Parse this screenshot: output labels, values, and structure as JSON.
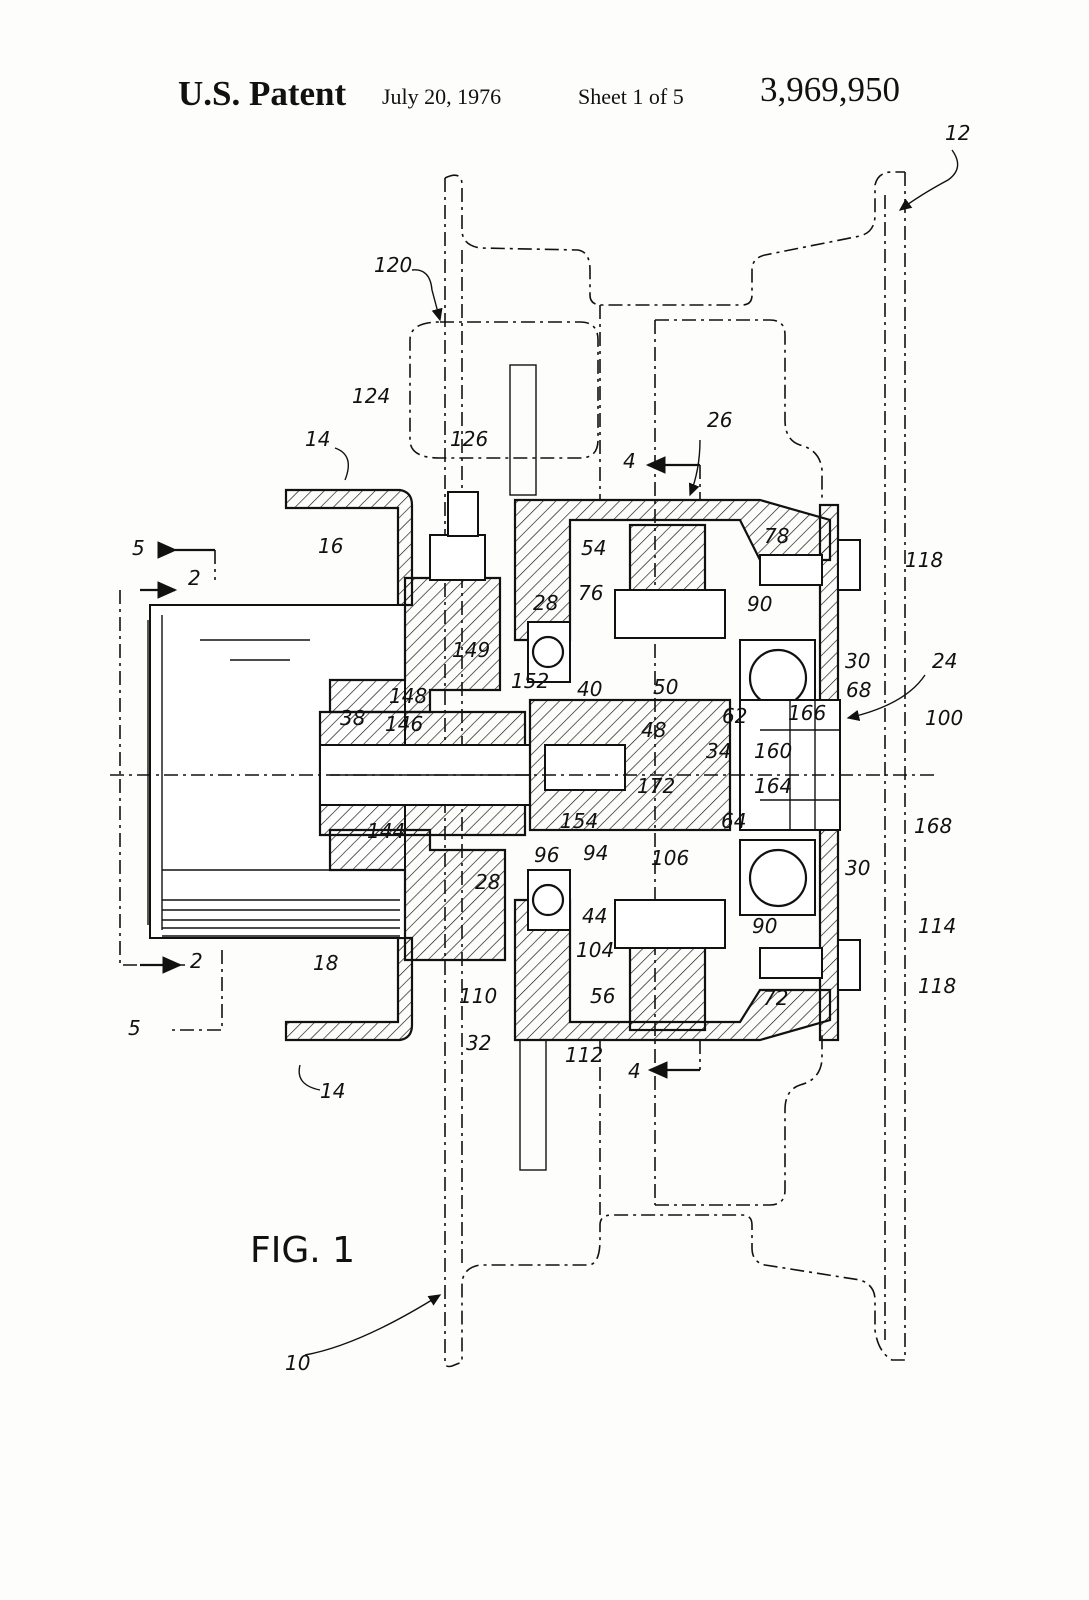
{
  "header": {
    "title": "U.S. Patent",
    "date": "July 20, 1976",
    "sheet": "Sheet 1 of 5",
    "patent_number": "3,969,950"
  },
  "figure": {
    "label": "FIG. 1"
  },
  "reference_numerals": {
    "r10": "10",
    "r12": "12",
    "r14a": "14",
    "r14b": "14",
    "r16": "16",
    "r18": "18",
    "r2a": "2",
    "r2b": "2",
    "r5a": "5",
    "r5b": "5",
    "r4a": "4",
    "r4b": "4",
    "r24": "24",
    "r26": "26",
    "r28a": "28",
    "r28b": "28",
    "r30a": "30",
    "r30b": "30",
    "r32": "32",
    "r34": "34",
    "r38": "38",
    "r40": "40",
    "r44": "44",
    "r48": "48",
    "r50": "50",
    "r54": "54",
    "r56": "56",
    "r62": "62",
    "r64": "64",
    "r68": "68",
    "r72": "72",
    "r76": "76",
    "r78": "78",
    "r90a": "90",
    "r90b": "90",
    "r94": "94",
    "r96": "96",
    "r100": "100",
    "r104": "104",
    "r106": "106",
    "r110": "110",
    "r112": "112",
    "r114": "114",
    "r118a": "118",
    "r118b": "118",
    "r120": "120",
    "r124": "124",
    "r126": "126",
    "r144": "144",
    "r146": "146",
    "r148": "148",
    "r149": "149",
    "r152": "152",
    "r154": "154",
    "r160": "160",
    "r164": "164",
    "r166": "166",
    "r168": "168",
    "r172": "172"
  }
}
